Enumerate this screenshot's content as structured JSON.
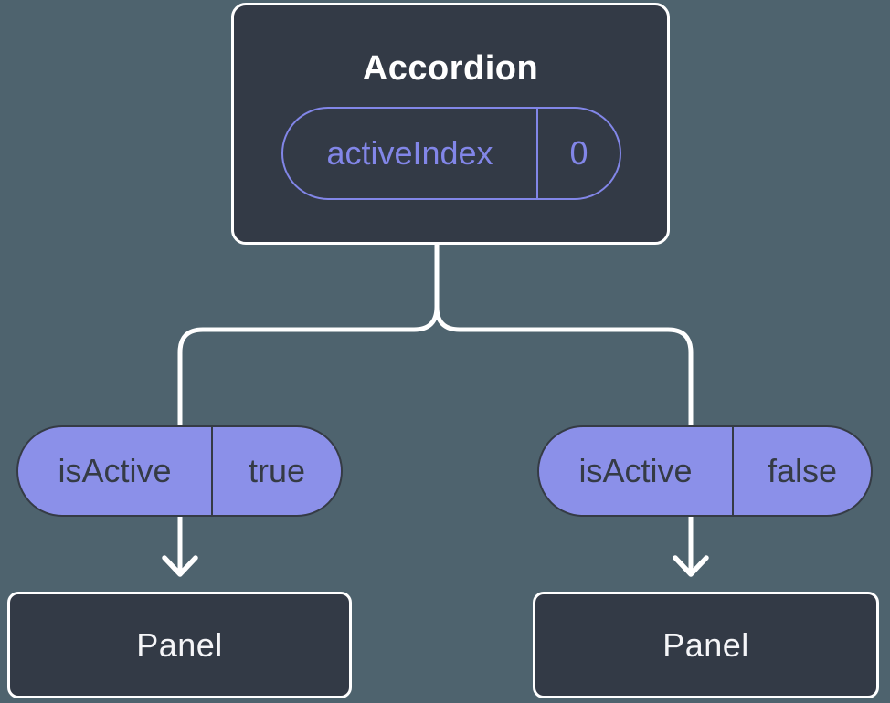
{
  "tree": {
    "root": {
      "title": "Accordion",
      "state": {
        "name": "activeIndex",
        "value": "0"
      }
    },
    "children": [
      {
        "side": "left",
        "prop": {
          "name": "isActive",
          "value": "true"
        },
        "node": {
          "title": "Panel"
        }
      },
      {
        "side": "right",
        "prop": {
          "name": "isActive",
          "value": "false"
        },
        "node": {
          "title": "Panel"
        }
      }
    ],
    "colors": {
      "background": "#4e636e",
      "node_fill": "#333a46",
      "node_border": "#ffffff",
      "pill_fill": "#8b90e9",
      "pill_border": "#353b45",
      "accent_purple": "#8286e8",
      "connector": "#ffffff"
    }
  }
}
